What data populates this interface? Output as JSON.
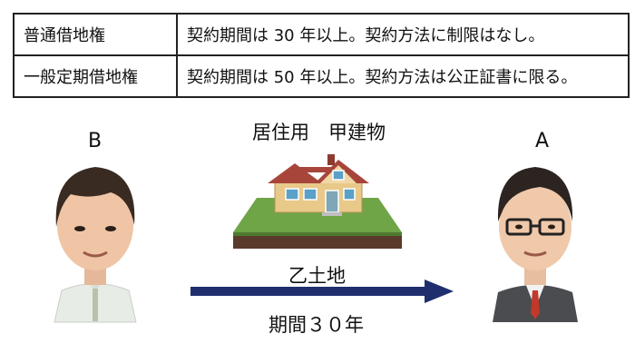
{
  "lease_table": {
    "rows": [
      {
        "type": "普通借地権",
        "description": "契約期間は 30 年以上。契約方法に制限はなし。"
      },
      {
        "type": "一般定期借地権",
        "description": "契約期間は 50 年以上。契約方法は公正証書に限る。"
      }
    ]
  },
  "person_b": {
    "letter": "B"
  },
  "person_a": {
    "letter": "A"
  },
  "building_label": "居住用　甲建物",
  "land_label": "乙土地",
  "period_label": "期間３０年",
  "colors": {
    "arrow": "#1f2f6e",
    "roof": "#a8453a",
    "wall": "#e8c98a",
    "grass": "#6fa546",
    "soil": "#5a3a2a"
  }
}
